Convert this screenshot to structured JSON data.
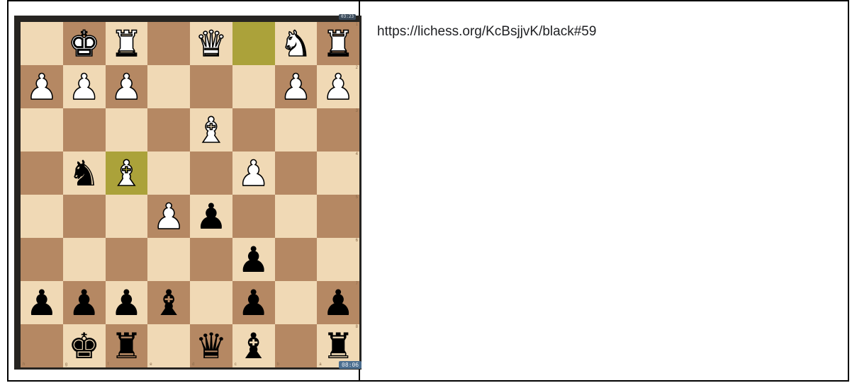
{
  "url": "https://lichess.org/KcBsjjvK/black#59",
  "clocks": {
    "top": "03:23",
    "bottom": "08:06"
  },
  "rank_labels": [
    "1",
    "2",
    "3",
    "4",
    "5",
    "6",
    "7",
    "8"
  ],
  "file_labels": [
    "h",
    "g",
    "f",
    "e",
    "d",
    "c",
    "b",
    "a"
  ],
  "orientation": "black",
  "highlighted_squares": [
    "c1",
    "f4"
  ],
  "board": [
    [
      "",
      "wK",
      "wR",
      "",
      "wQ",
      "",
      "wN",
      "wR"
    ],
    [
      "wP",
      "wP",
      "wP",
      "",
      "",
      "",
      "wP",
      "wP"
    ],
    [
      "",
      "",
      "",
      "",
      "wB",
      "",
      "",
      ""
    ],
    [
      "",
      "bN",
      "wB",
      "",
      "",
      "wP",
      "",
      ""
    ],
    [
      "",
      "",
      "",
      "wP",
      "bP",
      "",
      "",
      ""
    ],
    [
      "",
      "",
      "",
      "",
      "",
      "bP",
      "",
      ""
    ],
    [
      "bP",
      "bP",
      "bP",
      "bB",
      "",
      "bP",
      "",
      "bP"
    ],
    [
      "",
      "bK",
      "bR",
      "",
      "bQ",
      "bB",
      "",
      "bR"
    ]
  ]
}
